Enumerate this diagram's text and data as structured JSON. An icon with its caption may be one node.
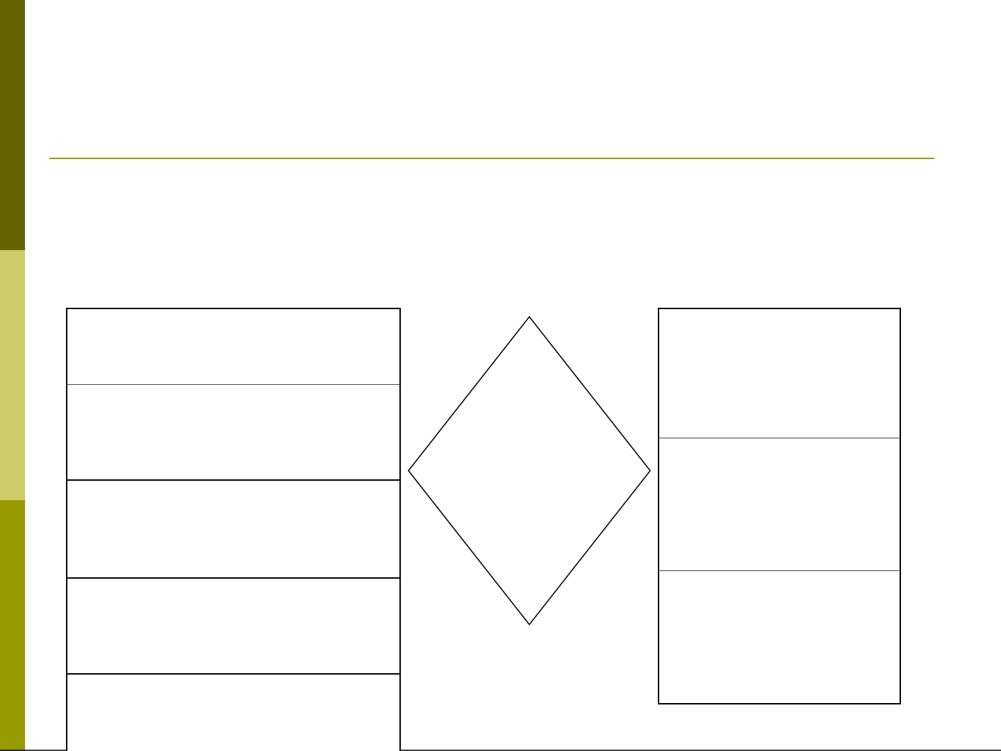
{
  "diagram": {
    "nodes": [
      {
        "text": [],
        "shape": "box"
      },
      {
        "text": [],
        "shape": "box"
      },
      {
        "text": [],
        "shape": "box"
      },
      {
        "text": [],
        "shape": "box"
      },
      {
        "text": [],
        "shape": "box"
      },
      {
        "text": [],
        "shape": "diamond"
      },
      {
        "text": [],
        "shape": "box"
      },
      {
        "text": [],
        "shape": "box"
      },
      {
        "text": [],
        "shape": "box"
      }
    ]
  }
}
